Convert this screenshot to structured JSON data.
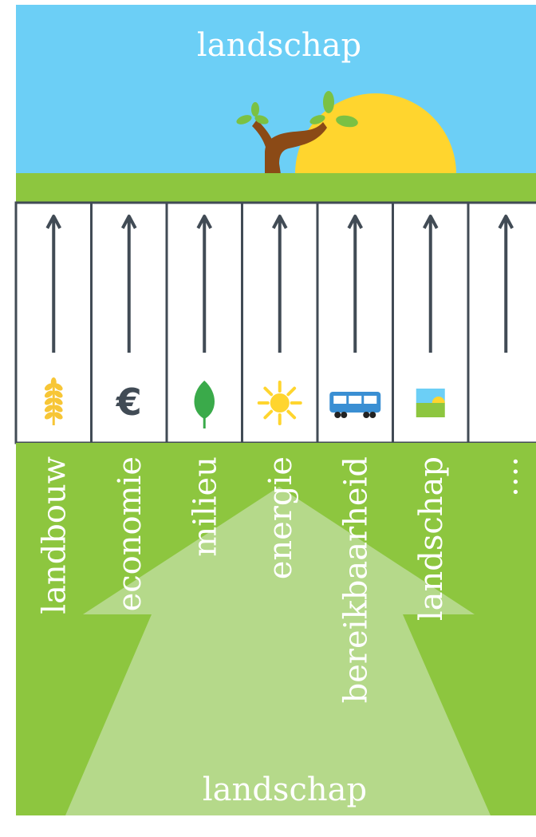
{
  "title_top": "landschap",
  "title_bottom": "landschap",
  "colors": {
    "sky": "#6ccff6",
    "grass": "#8dc63f",
    "arrow_light": "#b5d98a",
    "sun": "#ffd52e",
    "trunk": "#8b4a16",
    "leaf": "#7bc143",
    "column_border": "#414b55",
    "column_bg": "#ffffff",
    "wheat": "#f7c636",
    "euro": "#414b55",
    "leaf_icon": "#3aaa4a",
    "sun_icon": "#ffd52e",
    "bus": "#3a8fd3"
  },
  "columns": [
    {
      "label": "landbouw",
      "icon": "wheat-icon"
    },
    {
      "label": "economie",
      "icon": "euro-icon"
    },
    {
      "label": "milieu",
      "icon": "leaf-icon"
    },
    {
      "label": "energie",
      "icon": "sun-icon"
    },
    {
      "label": "bereikbaarheid",
      "icon": "bus-icon"
    },
    {
      "label": "landschap",
      "icon": "landscape-icon"
    },
    {
      "label": "....",
      "icon": ""
    }
  ]
}
